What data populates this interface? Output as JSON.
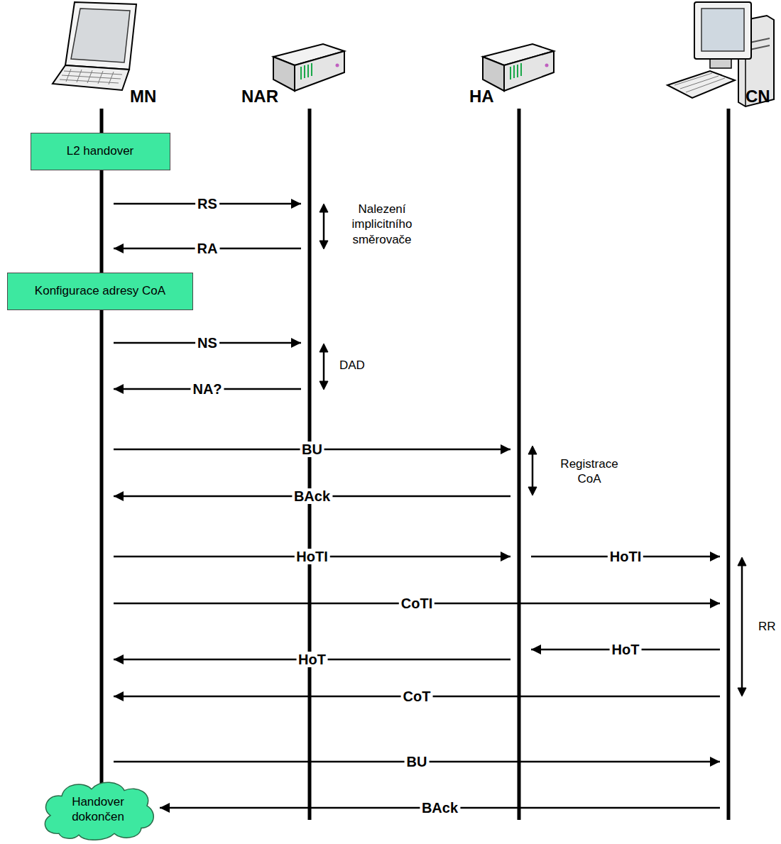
{
  "diagram": {
    "nodes": [
      {
        "text": [
          "MN"
        ]
      },
      {
        "text": [
          "NAR"
        ]
      },
      {
        "text": [
          "HA"
        ]
      },
      {
        "text": [
          "CN"
        ]
      },
      {
        "text": [
          "L2 handover"
        ]
      },
      {
        "text": [
          "Konfigurace adresy CoA"
        ]
      },
      {
        "text": [
          "Handover dokončen"
        ]
      }
    ],
    "edges": [
      {
        "from": 0,
        "to": 1,
        "label": "RS",
        "arrow": "to"
      },
      {
        "from": 1,
        "to": 0,
        "label": "RA",
        "arrow": "to"
      },
      {
        "from": 0,
        "to": 1,
        "label": "NS",
        "arrow": "to"
      },
      {
        "from": 1,
        "to": 0,
        "label": "NA?",
        "arrow": "to"
      },
      {
        "from": 0,
        "to": 2,
        "label": "BU",
        "arrow": "to"
      },
      {
        "from": 2,
        "to": 0,
        "label": "BAck",
        "arrow": "to"
      },
      {
        "from": 0,
        "to": 2,
        "label": "HoTI",
        "arrow": "to"
      },
      {
        "from": 2,
        "to": 3,
        "label": "HoTI",
        "arrow": "to"
      },
      {
        "from": 0,
        "to": 3,
        "label": "CoTI",
        "arrow": "to"
      },
      {
        "from": 3,
        "to": 2,
        "label": "HoT",
        "arrow": "to"
      },
      {
        "from": 2,
        "to": 0,
        "label": "HoT",
        "arrow": "to"
      },
      {
        "from": 3,
        "to": 0,
        "label": "CoT",
        "arrow": "to"
      },
      {
        "from": 0,
        "to": 3,
        "label": "BU",
        "arrow": "to"
      },
      {
        "from": 3,
        "to": 6,
        "label": "BAck",
        "arrow": "to"
      }
    ],
    "labels": [
      "Nalezení implicitního směrovače",
      "DAD",
      "Registrace CoA",
      "RR"
    ]
  }
}
